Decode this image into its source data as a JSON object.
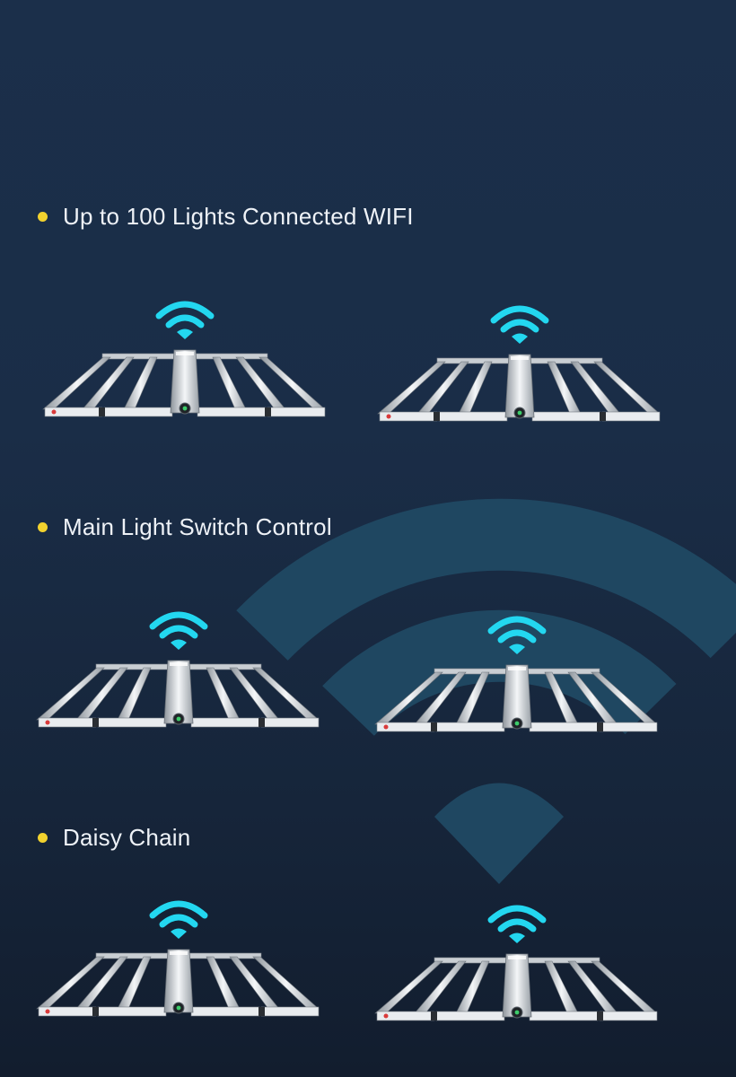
{
  "features": [
    {
      "label": "Up to 100 Lights Connected WIFI"
    },
    {
      "label": "Main Light Switch Control"
    },
    {
      "label": "Daisy Chain"
    }
  ],
  "icons": {
    "bullet": "bullet-dot",
    "wifi": "wifi-icon",
    "fixture": "grow-light-fixture"
  },
  "colors": {
    "bullet": "#f2d22e",
    "wifi": "#23d7f0",
    "background_wifi": "#1f4761"
  }
}
